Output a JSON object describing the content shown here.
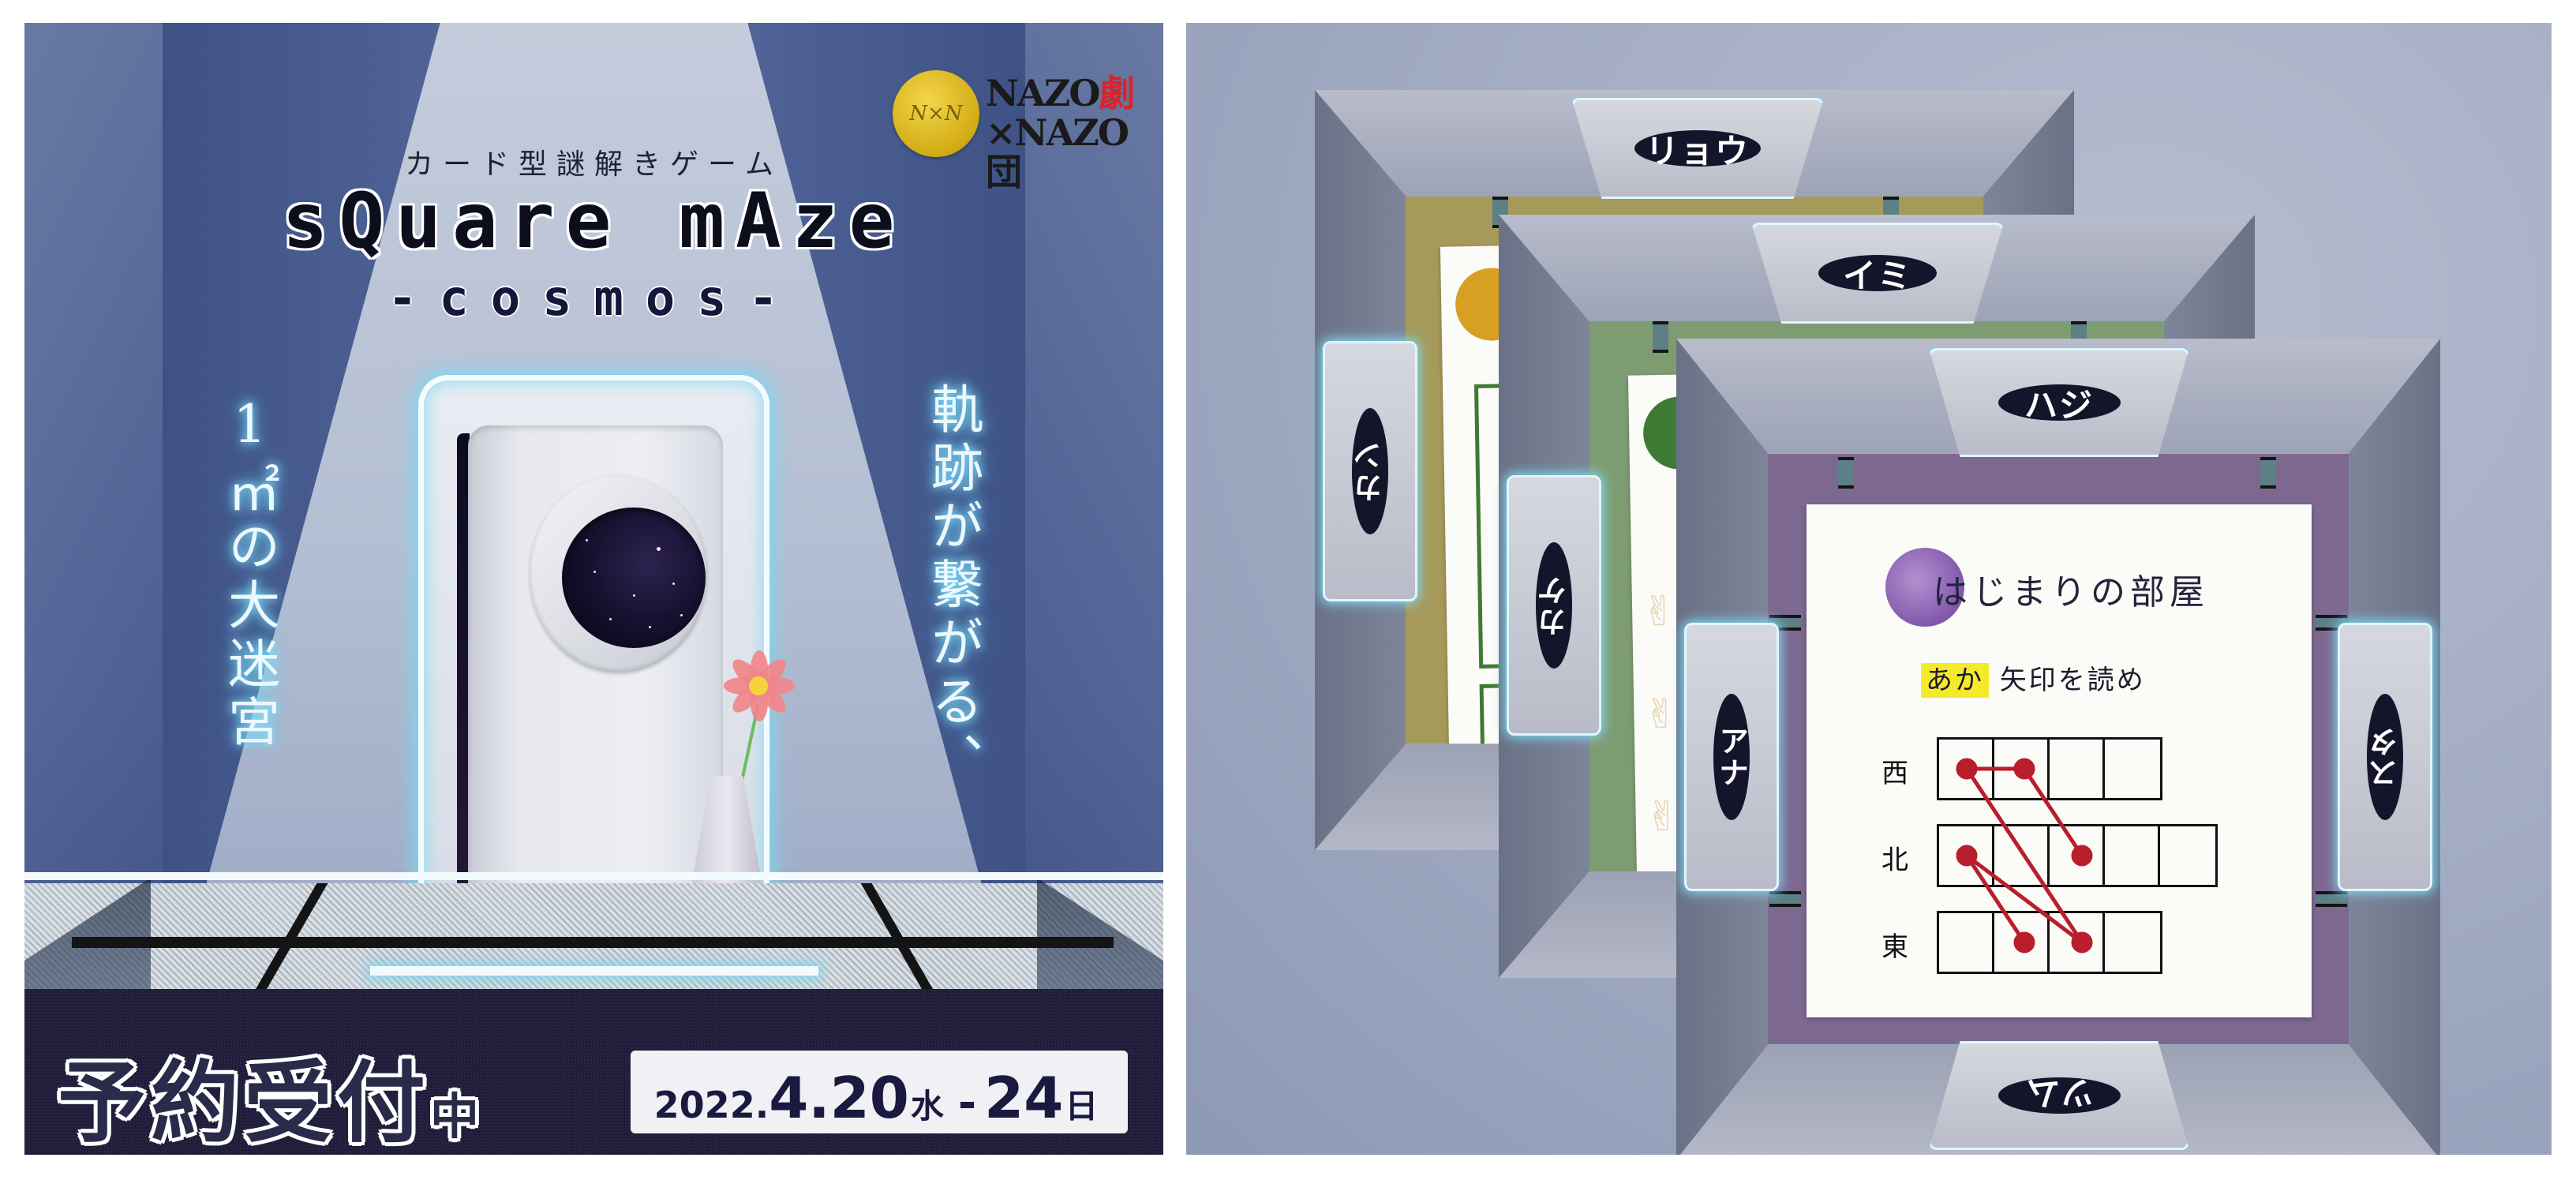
{
  "poster": {
    "logo": {
      "seal_text": "N×N",
      "line1": "NAZO",
      "line2": "×NAZO",
      "kanji1": "劇",
      "kanji2": "団",
      "kanji_color": "#d8232a"
    },
    "subtitle": "カード型謎解きゲーム",
    "title": "sQuare mAze",
    "edition": "-cosmos-",
    "tagline_left": "1㎡の大迷宮",
    "tagline_right": "軌跡が繋がる、",
    "reservation": {
      "main": "予約受付",
      "suffix": "中"
    },
    "date": {
      "year": "2022.",
      "start": "4.20",
      "start_day": "水",
      "separator": "-",
      "end": "24",
      "end_day": "日"
    }
  },
  "cards": {
    "back": {
      "color": "#a59a5a",
      "doors": {
        "top": "リョウ",
        "left": "カン"
      },
      "accent_circle": "#d7a024"
    },
    "middle": {
      "color": "#7e9c72",
      "doors": {
        "top": "イミ",
        "left": "カケ"
      },
      "accent_circle": "#3f7a35",
      "hand_icon": "peace-hand-icon"
    },
    "front": {
      "color": "#7d6890",
      "doors": {
        "top": "ハジ",
        "left": "アナ",
        "right": "スタ",
        "bottom": "ツム"
      },
      "paper": {
        "room_name": "はじまりの部屋",
        "hint_highlight": "あか",
        "hint_text": "矢印を読め",
        "rows": [
          {
            "label": "西",
            "cells": 4
          },
          {
            "label": "北",
            "cells": 5
          },
          {
            "label": "東",
            "cells": 4
          }
        ],
        "arrow_color": "#b81e2c"
      }
    }
  }
}
